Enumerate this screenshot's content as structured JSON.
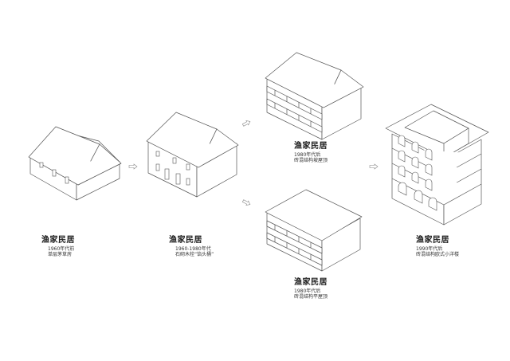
{
  "houses": [
    {
      "id": "h1",
      "title": "渔家民居",
      "lines": [
        "1960年代前",
        "单层茅草房"
      ]
    },
    {
      "id": "h2",
      "title": "渔家民居",
      "lines": [
        "1960-1980年代",
        "石砌木栓“馅头桶”"
      ]
    },
    {
      "id": "h3",
      "title": "渔家民居",
      "lines": [
        "1980年代后",
        "砖混结构坡屋顶"
      ]
    },
    {
      "id": "h4",
      "title": "渔家民居",
      "lines": [
        "1980年代后",
        "砖混结构平屋顶"
      ]
    },
    {
      "id": "h5",
      "title": "渔家民居",
      "lines": [
        "1990年代后",
        "砖混结构欧式小洋楼"
      ]
    }
  ],
  "arrows": [
    {
      "id": "a1",
      "icon": "double-arrow-icon"
    },
    {
      "id": "a2",
      "icon": "double-arrow-icon"
    },
    {
      "id": "a3",
      "icon": "double-arrow-icon"
    },
    {
      "id": "a4",
      "icon": "double-arrow-icon"
    }
  ]
}
